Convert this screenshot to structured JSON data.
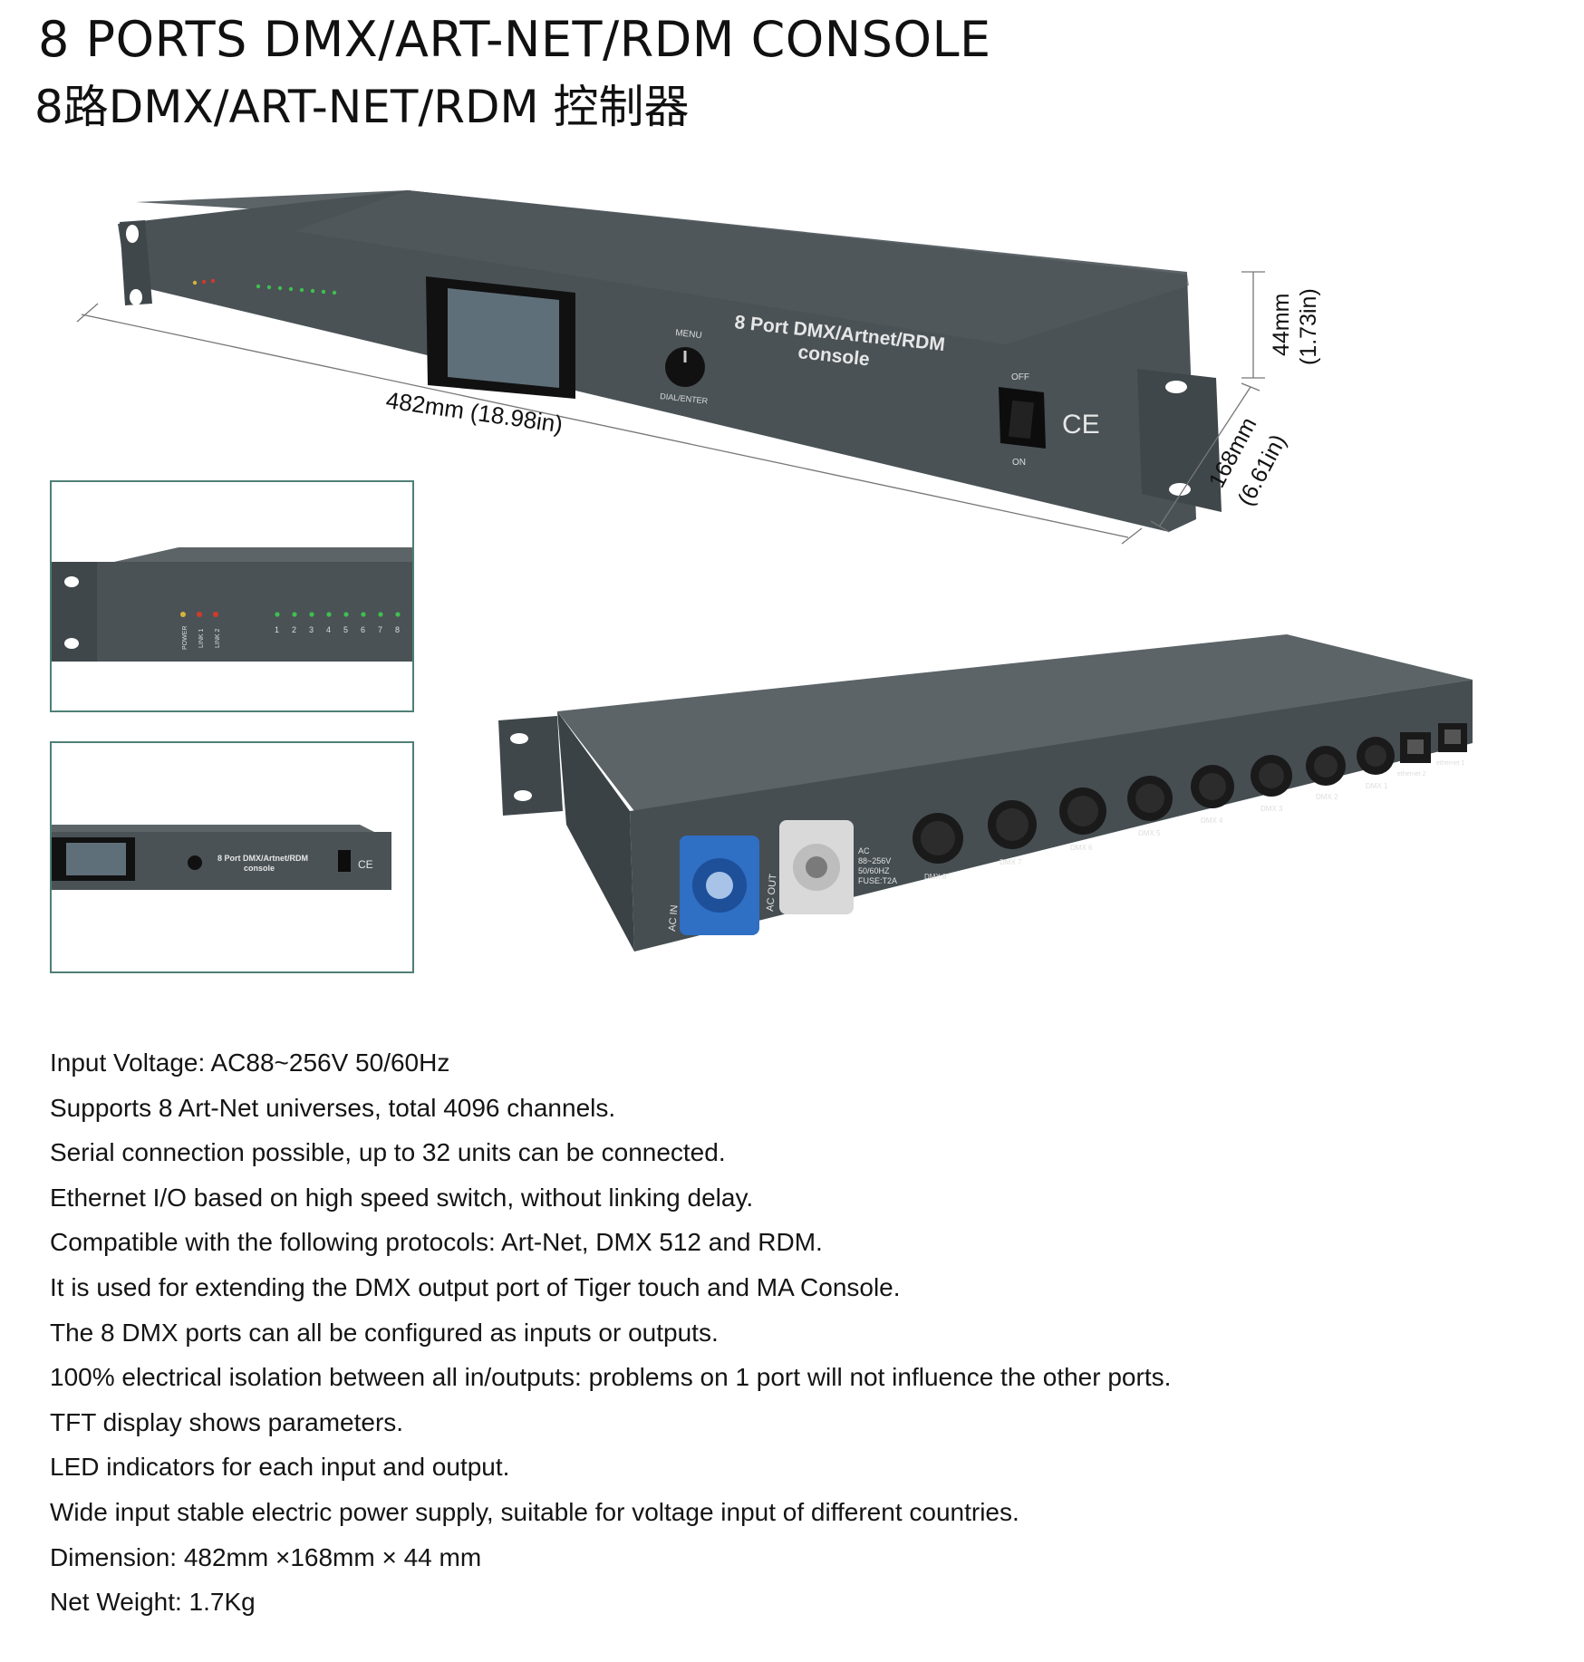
{
  "title": {
    "english": "8 PORTS DMX/ART-NET/RDM CONSOLE",
    "chinese": "8路DMX/ART-NET/RDM 控制器"
  },
  "device": {
    "front_label_line1": "8 Port DMX/Artnet/RDM",
    "front_label_line2": "console",
    "menu_label": "MENU",
    "dial_label": "DIAL/ENTER",
    "switch_off": "OFF",
    "switch_on": "ON",
    "ce_mark": "CE",
    "indicator_labels": [
      "POWER",
      "LINK 1",
      "LINK 2"
    ],
    "port_numbers": [
      "1",
      "2",
      "3",
      "4",
      "5",
      "6",
      "7",
      "8"
    ],
    "rear_dmx_labels": [
      "DMX 8",
      "DMX 7",
      "DMX 6",
      "DMX 5",
      "DMX 4",
      "DMX 3",
      "DMX 2",
      "DMX 1"
    ],
    "rear_ethernet_labels": [
      "ethernet 2",
      "ethernet 1"
    ],
    "ac_in_label": "AC IN",
    "ac_out_label": "AC OUT",
    "rating_label": [
      "AC",
      "88~256V",
      "50/60HZ",
      "FUSE:T2A"
    ]
  },
  "dimensions": {
    "width": "482mm (18.98in)",
    "depth_mm": "168mm",
    "depth_in": "(6.61in)",
    "height_mm": "44mm",
    "height_in": "(1.73in)"
  },
  "specs": [
    "Input Voltage: AC88~256V 50/60Hz",
    "Supports 8 Art-Net universes, total 4096 channels.",
    "Serial connection possible, up to 32 units can be connected.",
    "Ethernet I/O based on high speed switch, without linking delay.",
    "Compatible with the following protocols: Art-Net, DMX 512 and RDM.",
    "It is used for extending the DMX output port of Tiger touch and MA Console.",
    "The 8 DMX ports can all be configured as inputs or outputs.",
    "100% electrical isolation between all in/outputs: problems on 1 port will not influence the other ports.",
    "TFT display shows parameters.",
    "LED indicators for each input and output.",
    "Wide input stable electric power supply, suitable for voltage input of different countries.",
    "Dimension:  482mm ×168mm × 44 mm",
    "Net Weight: 1.7Kg"
  ],
  "colors": {
    "chassis": "#4a5256",
    "chassis_top": "#5a6266",
    "frame_border": "#4f7f77",
    "power_in_blue": "#2f6fc4",
    "led_green": "#3fbf4f",
    "led_red": "#d23a2a"
  }
}
